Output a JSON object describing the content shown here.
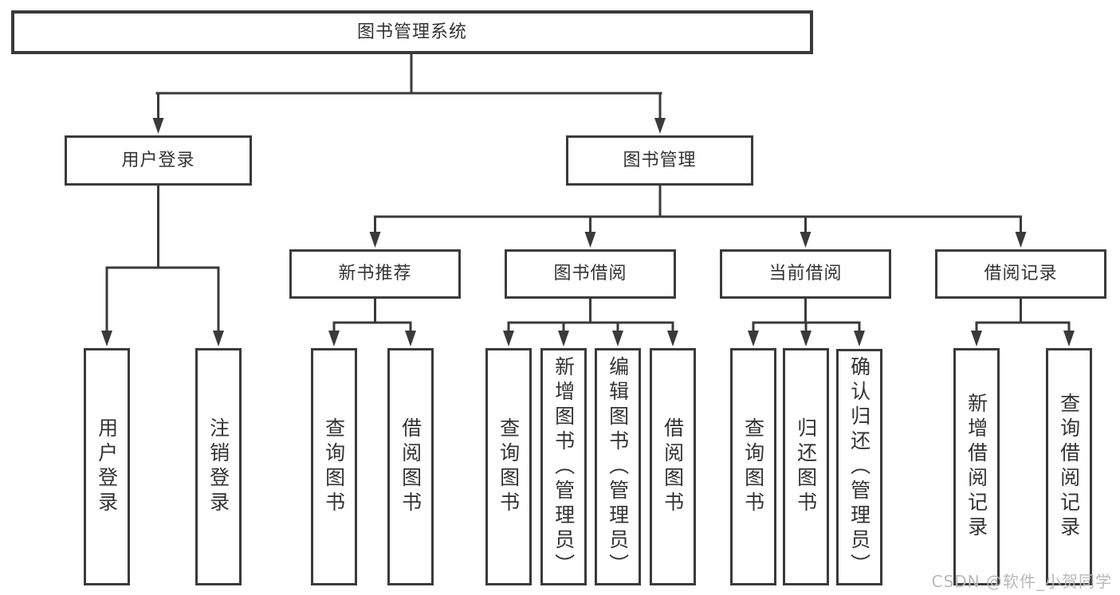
{
  "colors": {
    "line": "#3a3a3a",
    "text": "#333333",
    "box-bg": "#ffffff",
    "page-bg": "#ffffff",
    "watermark": "#b9b9b9"
  },
  "diagram": {
    "root": {
      "label": "图书管理系统"
    },
    "branches": [
      {
        "label": "用户登录",
        "leaves": [
          "用户登录",
          "注销登录"
        ]
      },
      {
        "label": "图书管理",
        "groups": [
          {
            "label": "新书推荐",
            "leaves": [
              "查询图书",
              "借阅图书"
            ]
          },
          {
            "label": "图书借阅",
            "leaves": [
              "查询图书",
              "新增图书（管理员）",
              "编辑图书（管理员）",
              "借阅图书"
            ]
          },
          {
            "label": "当前借阅",
            "leaves": [
              "查询图书",
              "归还图书",
              "确认归还（管理员）"
            ]
          },
          {
            "label": "借阅记录",
            "leaves": [
              "新增借阅记录",
              "查询借阅记录"
            ]
          }
        ]
      }
    ]
  },
  "watermark": {
    "text": "CSDN @软件_小贺同学"
  }
}
